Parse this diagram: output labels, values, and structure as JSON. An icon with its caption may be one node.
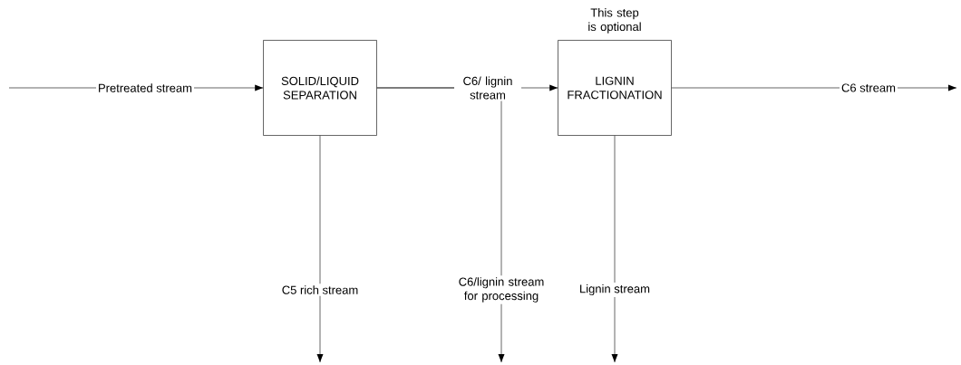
{
  "diagram": {
    "nodes": [
      {
        "text": [
          "SOLID/LIQUID SEPARATION"
        ]
      },
      {
        "text": [
          "LIGNIN FRACTIONATION"
        ],
        "beside": [
          "This step is optional"
        ]
      }
    ],
    "edges": [
      {
        "from": null,
        "to": 0,
        "arrow": "to",
        "label": "Pretreated stream"
      },
      {
        "from": 0,
        "to": 1,
        "arrow": "to",
        "label": "C6/ lignin stream"
      },
      {
        "from": 1,
        "to": null,
        "arrow": "to",
        "label": "C6 stream"
      },
      {
        "from": 0,
        "to": null,
        "arrow": "to",
        "label": "C5 rich stream"
      },
      {
        "from": 0,
        "to": null,
        "arrow": "to",
        "label": "C6/lignin stream for processing"
      },
      {
        "from": 1,
        "to": null,
        "arrow": "to",
        "label": "Lignin stream"
      }
    ]
  }
}
